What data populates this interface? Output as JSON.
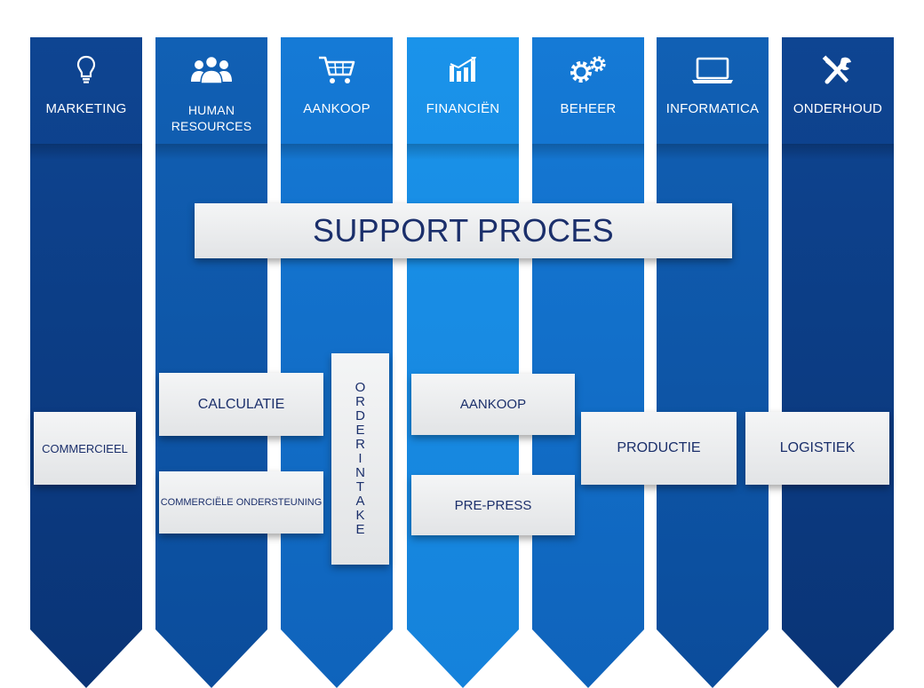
{
  "columns": [
    {
      "label": "MARKETING",
      "icon": "lightbulb-icon"
    },
    {
      "label_line1": "HUMAN",
      "label_line2": "RESOURCES",
      "icon": "people-icon"
    },
    {
      "label": "AANKOOP",
      "icon": "cart-icon"
    },
    {
      "label": "FINANCIËN",
      "icon": "bar-chart-icon"
    },
    {
      "label": "BEHEER",
      "icon": "gears-icon"
    },
    {
      "label": "INFORMATICA",
      "icon": "laptop-icon"
    },
    {
      "label": "ONDERHOUD",
      "icon": "tools-icon"
    }
  ],
  "support": {
    "title": "SUPPORT PROCES"
  },
  "process_boxes": {
    "commercieel": "COMMERCIEEL",
    "calculatie": "CALCULATIE",
    "commerciele_ondersteuning": "COMMERCIËLE ONDERSTEUNING",
    "orderintake": [
      "O",
      "R",
      "D",
      "E",
      "R",
      "I",
      "N",
      "T",
      "A",
      "K",
      "E"
    ],
    "aankoop": "AANKOOP",
    "pre_press": "PRE-PRESS",
    "productie": "PRODUCTIE",
    "logistiek": "LOGISTIEK"
  },
  "colors": {
    "text_dark": "#1b2f6b",
    "column_dark": "#0e4592",
    "column_mid": "#1160b4",
    "column_light": "#157ad6",
    "column_brightest": "#1a93ea"
  }
}
